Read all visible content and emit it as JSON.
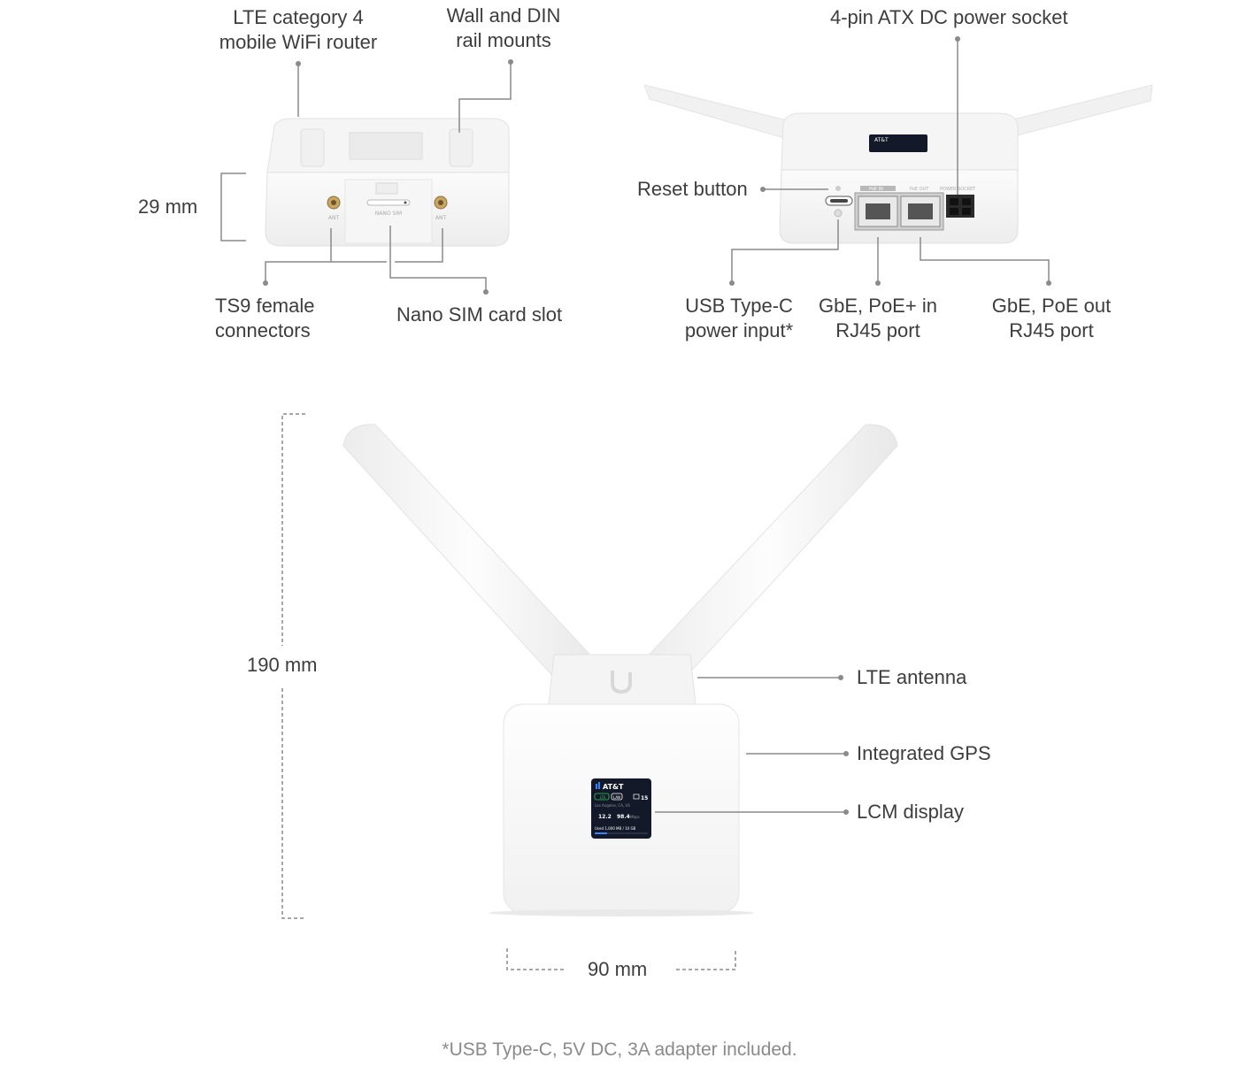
{
  "labels": {
    "lte_router": [
      "LTE category 4",
      "mobile WiFi router"
    ],
    "mounts": [
      "Wall and DIN",
      "rail mounts"
    ],
    "atx_power": "4-pin ATX DC power socket",
    "depth": "29 mm",
    "reset": "Reset button",
    "ts9": [
      "TS9 female",
      "connectors"
    ],
    "sim": "Nano SIM card slot",
    "usb_c": [
      "USB Type-C",
      "power input*"
    ],
    "poe_in": [
      "GbE, PoE+ in",
      "RJ45 port"
    ],
    "poe_out": [
      "GbE, PoE out",
      "RJ45 port"
    ],
    "height": "190 mm",
    "lte_antenna": "LTE antenna",
    "gps": "Integrated GPS",
    "lcm": "LCM display",
    "width": "90 mm"
  },
  "device_markings": {
    "ant": "ANT",
    "nano_sim": "NANO SIM",
    "poe_in": "PoE IN",
    "poe_out": "PoE OUT",
    "power_socket": "POWER SOCKET"
  },
  "lcd": {
    "carrier": "AT&T",
    "badge_1": "LTE",
    "badge_2": "LAN",
    "client_count": "15",
    "location": "Los Angeles, CA, US",
    "down_speed": "12.2",
    "up_speed": "98.4",
    "speed_unit": "Mbps",
    "usage": "Used 1,000 MB / 10 GB"
  },
  "footnote": "*USB Type-C, 5V DC, 3A adapter included.",
  "colors": {
    "line": "#8a8a8a",
    "device_white": "#f7f7f7",
    "screen": "#14192a",
    "accent_green": "#35c759",
    "accent_blue": "#2f86ff"
  }
}
